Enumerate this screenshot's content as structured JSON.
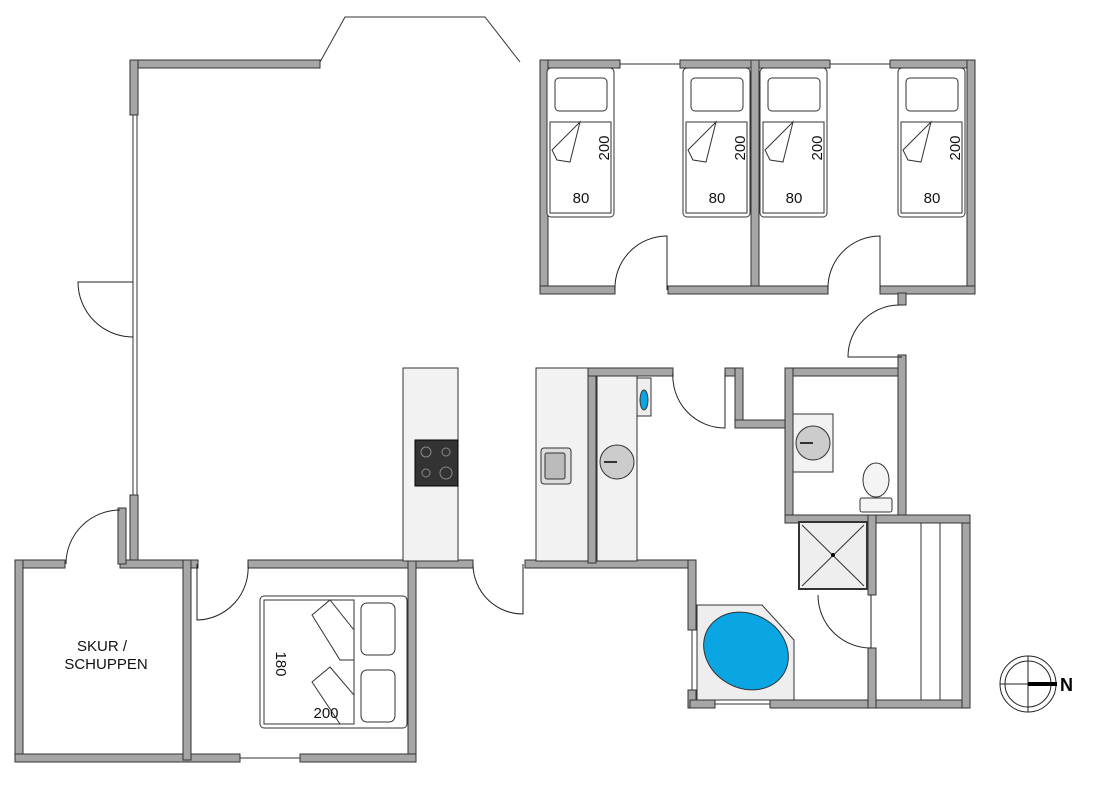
{
  "plan": {
    "single_beds": [
      {
        "length": "200",
        "width": "80"
      },
      {
        "length": "200",
        "width": "80"
      },
      {
        "length": "200",
        "width": "80"
      },
      {
        "length": "200",
        "width": "80"
      }
    ],
    "double_bed": {
      "width": "180",
      "length": "200"
    },
    "shed_label_line1": "SKUR /",
    "shed_label_line2": "SCHUPPEN",
    "compass_label": "N",
    "bathtub_color": "#0aa5e3"
  }
}
